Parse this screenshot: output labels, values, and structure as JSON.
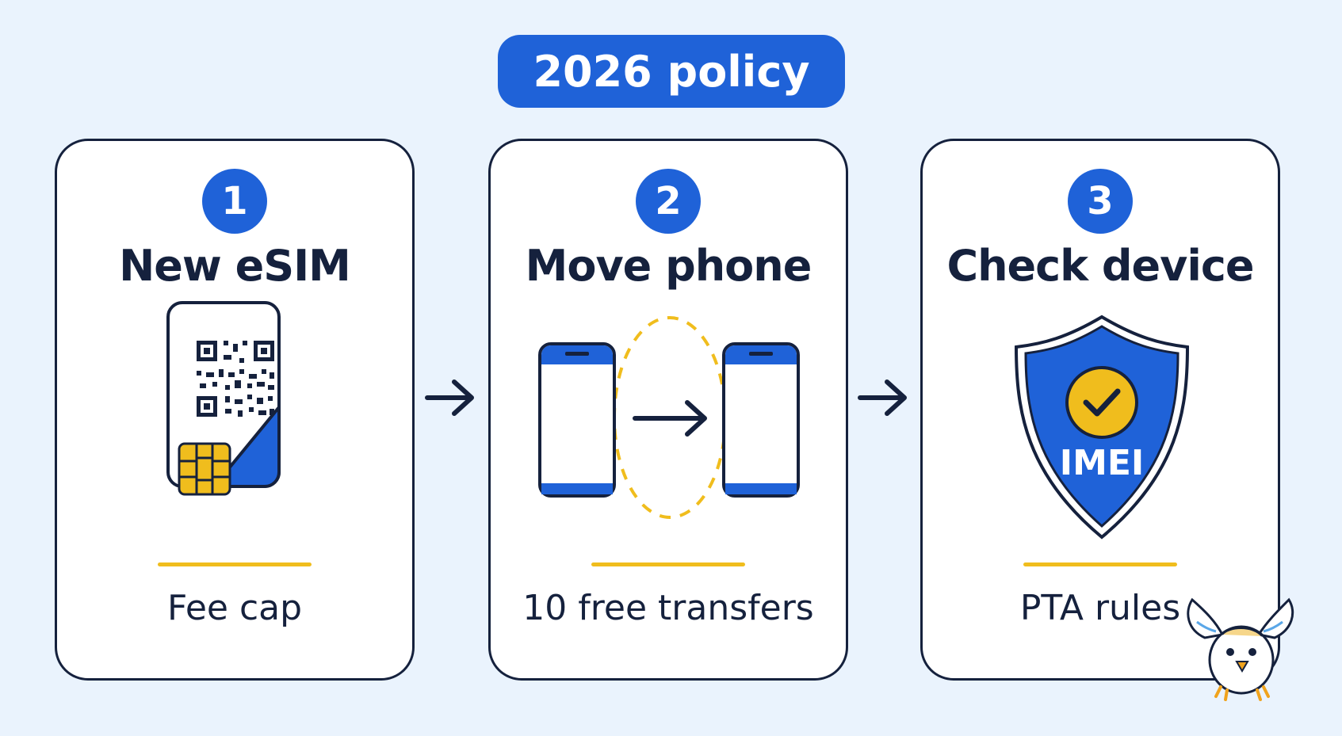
{
  "header": {
    "label": "2026 policy"
  },
  "steps": [
    {
      "number": "1",
      "title": "New eSIM",
      "caption": "Fee cap",
      "icon": "esim-qr-card-icon"
    },
    {
      "number": "2",
      "title": "Move phone",
      "caption": "10 free transfers",
      "icon": "phone-transfer-icon"
    },
    {
      "number": "3",
      "title": "Check device",
      "caption": "PTA rules",
      "icon": "imei-shield-icon",
      "badge_text": "IMEI"
    }
  ],
  "colors": {
    "background": "#eaf3fd",
    "primary": "#1f62d8",
    "dark": "#15213d",
    "accent": "#f0bd1d"
  }
}
